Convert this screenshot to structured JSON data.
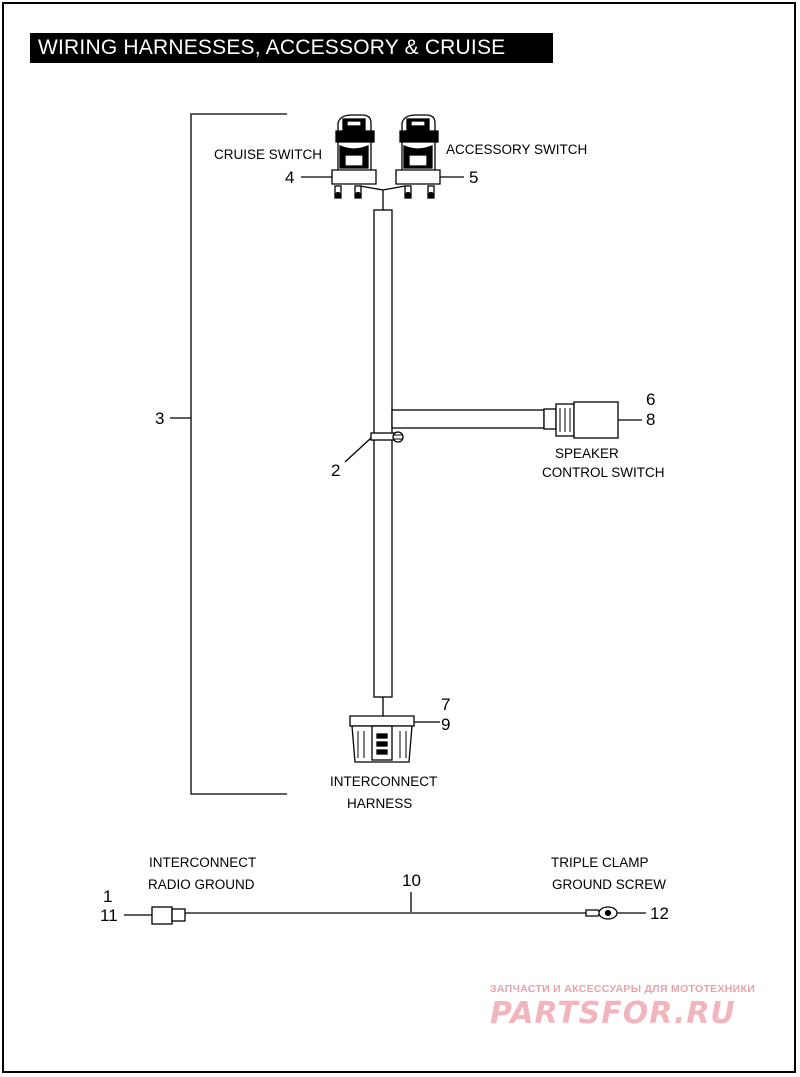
{
  "title": "WIRING HARNESSES, ACCESSORY & CRUISE",
  "labels": {
    "cruise_switch": "CRUISE SWITCH",
    "accessory_switch": "ACCESSORY SWITCH",
    "speaker_line1": "SPEAKER",
    "speaker_line2": "CONTROL SWITCH",
    "interconnect_line1": "INTERCONNECT",
    "interconnect_line2": "HARNESS",
    "radio_ground_line1": "INTERCONNECT",
    "radio_ground_line2": "RADIO GROUND",
    "triple_clamp_line1": "TRIPLE CLAMP",
    "triple_clamp_line2": "GROUND SCREW"
  },
  "callouts": {
    "c1": "1",
    "c2": "2",
    "c3": "3",
    "c4": "4",
    "c5": "5",
    "c6": "6",
    "c7": "7",
    "c8": "8",
    "c9": "9",
    "c10": "10",
    "c11": "11",
    "c12": "12"
  },
  "watermark": {
    "line1": "ЗАПЧАСТИ И АКСЕССУАРЫ ДЛЯ МОТОТЕХНИКИ",
    "line2": "PARTSFOR.RU"
  }
}
